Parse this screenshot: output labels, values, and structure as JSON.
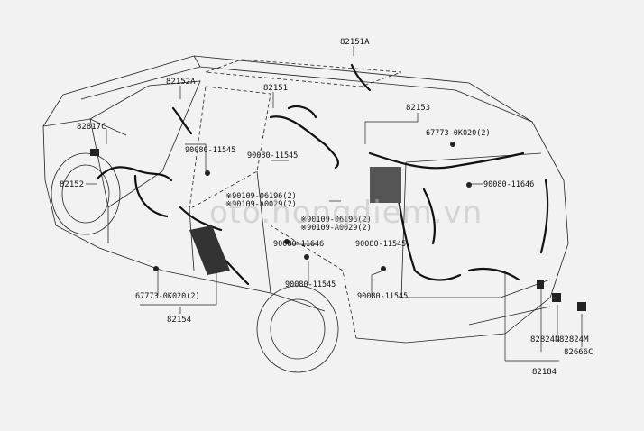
{
  "diagram": {
    "watermark": "oto.hongdiem.vn",
    "labels": {
      "p82151A": "82151A",
      "p82152A": "82152A",
      "p82151": "82151",
      "p82153": "82153",
      "p82817C": "82817C",
      "p67773_top": "67773-0K020(2)",
      "p90080_11545_a": "90080-11545",
      "p90080_11545_b": "90080-11545",
      "p90080_11646_right": "90080-11646",
      "p82152": "82152",
      "p90109_06196": "※90109-06196(2)",
      "p90109_A0029": "※90109-A0029(2)",
      "p90109_06196_b": "※90109-06196(2)",
      "p90109_A0029_b": "※90109-A0029(2)",
      "p90080_11646_mid": "90080-11646",
      "p90080_11545_c": "90080-11545",
      "p90080_11545_d": "90080-11545",
      "p90080_11545_e": "90080-11545",
      "p67773_bottom": "67773-0K020(2)",
      "p82154": "82154",
      "p82824N": "82824N",
      "p82824M": "82824M",
      "p82666C": "82666C",
      "p82184": "82184"
    }
  }
}
